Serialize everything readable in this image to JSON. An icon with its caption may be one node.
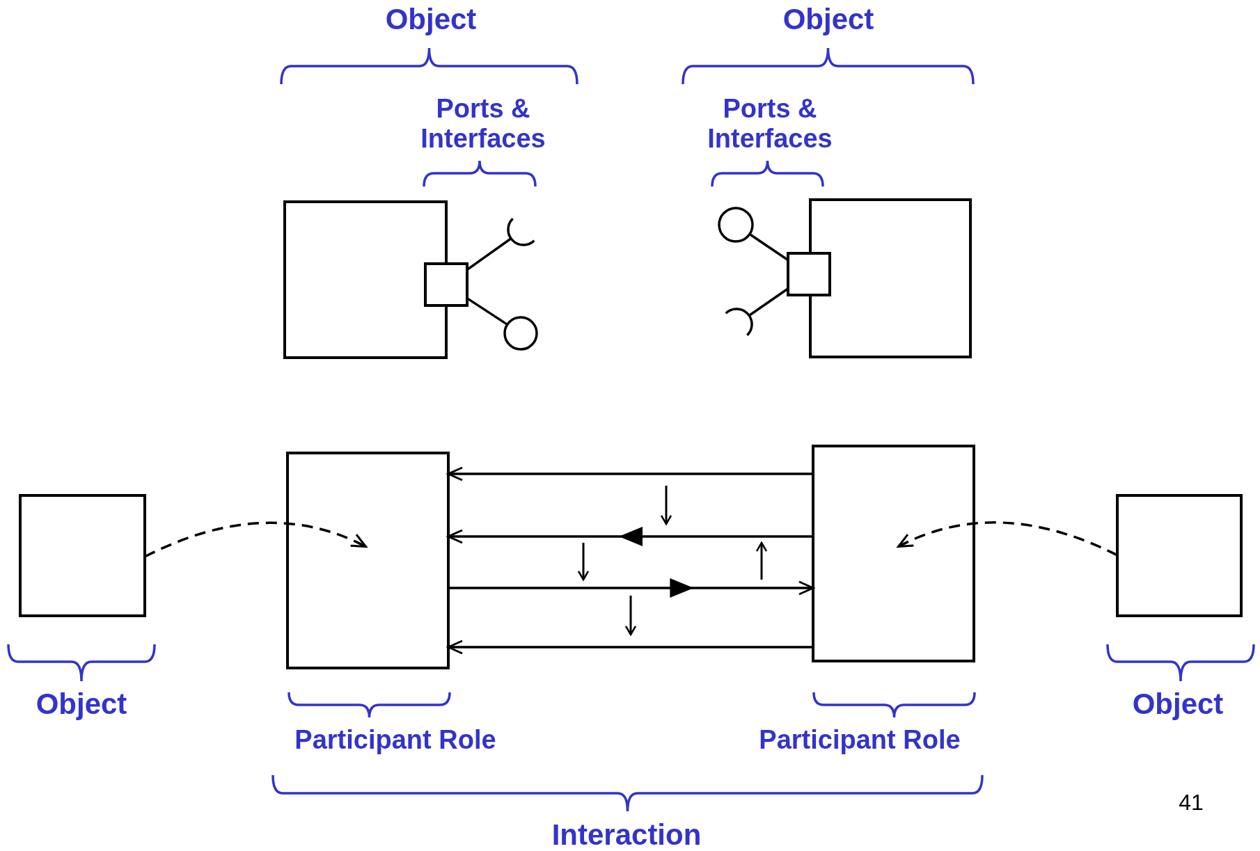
{
  "diagram": {
    "nodes": [
      {
        "text": [],
        "shape": "box"
      },
      {
        "text": [],
        "shape": "box"
      },
      {
        "text": [],
        "shape": "socket"
      },
      {
        "text": [],
        "shape": "circle"
      },
      {
        "text": [],
        "shape": "circle"
      },
      {
        "text": [],
        "shape": "socket"
      },
      {
        "text": [],
        "shape": "box"
      },
      {
        "text": [],
        "shape": "box"
      },
      {
        "text": [],
        "shape": "box"
      },
      {
        "text": [],
        "shape": "box"
      },
      {
        "text": [],
        "shape": "box"
      },
      {
        "text": [],
        "shape": "box"
      }
    ],
    "edges": [
      {
        "from": 1,
        "to": 2,
        "arrow": "none"
      },
      {
        "from": 1,
        "to": 3,
        "arrow": "none"
      },
      {
        "from": 6,
        "to": 4,
        "arrow": "none"
      },
      {
        "from": 6,
        "to": 5,
        "arrow": "none"
      },
      {
        "from": 8,
        "to": 9,
        "arrow": "to",
        "style": "dashed"
      },
      {
        "from": 11,
        "to": 10,
        "arrow": "to",
        "style": "dashed"
      },
      {
        "from": 10,
        "to": 9,
        "arrow": "to"
      },
      {
        "from": 10,
        "to": 9,
        "arrow": "to"
      },
      {
        "from": 9,
        "to": 10,
        "arrow": "to"
      },
      {
        "from": 10,
        "to": 9,
        "arrow": "to"
      }
    ],
    "labels": [
      "Object",
      "Object",
      "Ports & Interfaces",
      "Ports & Interfaces",
      "Object",
      "Object",
      "Participant Role",
      "Participant Role",
      "41",
      "Interaction"
    ]
  }
}
